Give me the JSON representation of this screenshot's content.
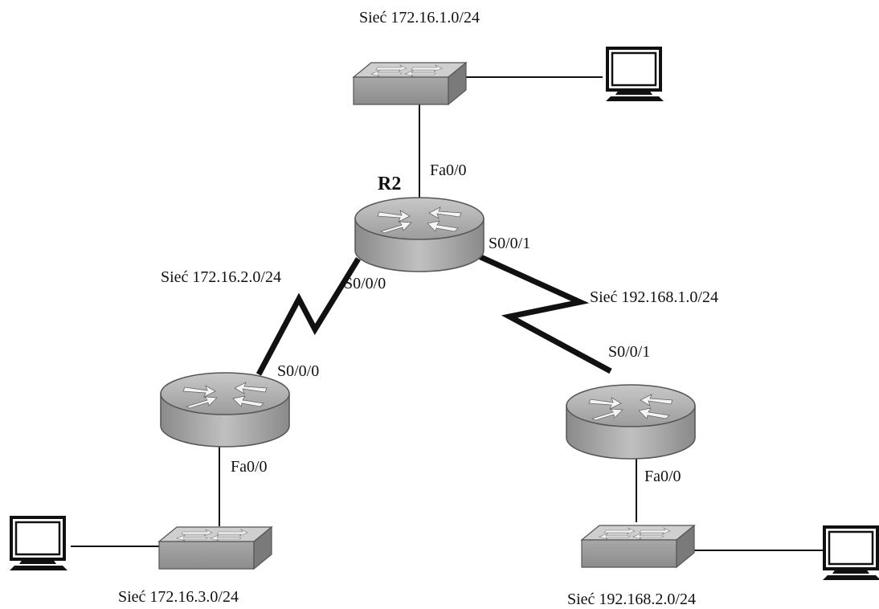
{
  "networks": {
    "top": "Sieć 172.16.1.0/24",
    "left_serial": "Sieć 172.16.2.0/24",
    "right_serial": "Sieć 192.168.1.0/24",
    "bottom_left": "Sieć 172.16.3.0/24",
    "bottom_right": "Sieć 192.168.2.0/24"
  },
  "routers": {
    "r2": {
      "name": "R2",
      "fa_top": "Fa0/0",
      "s_left": "S0/0/0",
      "s_right": "S0/0/1"
    },
    "left": {
      "s_top": "S0/0/0",
      "fa_bottom": "Fa0/0"
    },
    "right": {
      "s_top": "S0/0/1",
      "fa_bottom": "Fa0/0"
    }
  },
  "icons": {
    "router": "router-icon",
    "switch": "switch-icon",
    "pc": "pc-icon"
  },
  "colors": {
    "device_fill": "#a8a8a8",
    "device_dark": "#7c7c7c",
    "line": "#111111"
  }
}
